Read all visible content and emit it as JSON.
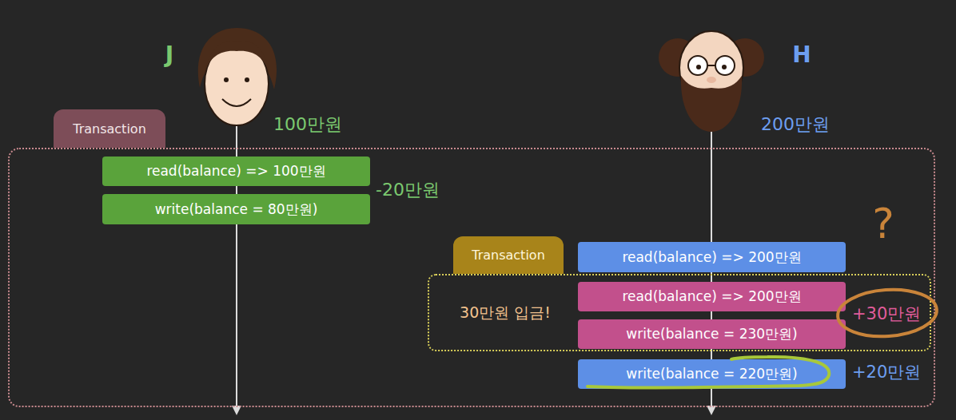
{
  "diagram": {
    "nodes": [
      {
        "text": [
          "Transaction"
        ]
      },
      {
        "text": [
          "read(balance) => 100만원"
        ],
        "in": 0
      },
      {
        "text": [
          "write(balance = 80만원)"
        ],
        "in": 0
      },
      {
        "text": [
          "read(balance) => 200만원"
        ],
        "in": 0
      },
      {
        "text": [
          "Transaction",
          "30만원 입금!"
        ],
        "in": 0
      },
      {
        "text": [
          "read(balance) => 200만원"
        ],
        "in": 4
      },
      {
        "text": [
          "write(balance = 230만원)"
        ],
        "in": 4
      },
      {
        "text": [
          "write(balance = 220만원)"
        ],
        "in": 0
      }
    ],
    "labels": [
      "J",
      "100만원",
      "H",
      "200만원",
      "-20만원",
      "?",
      "+30만원",
      "+20만원"
    ]
  }
}
